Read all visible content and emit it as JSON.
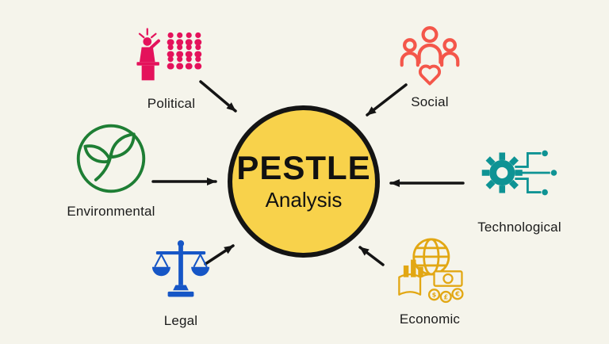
{
  "diagram": {
    "background": "#F5F4EB",
    "arrow_color": "#141414",
    "center": {
      "title": "PESTLE",
      "subtitle": "Analysis",
      "fill": "#F8D24B",
      "border_color": "#141414"
    }
  },
  "factors": [
    {
      "id": "political",
      "label": "Political",
      "color": "#E4125B",
      "icon": "speaker-crowd-icon",
      "position": "top-left"
    },
    {
      "id": "social",
      "label": "Social",
      "color": "#F4564A",
      "icon": "people-heart-icon",
      "position": "top-right"
    },
    {
      "id": "environmental",
      "label": "Environmental",
      "color": "#1E7E34",
      "icon": "leaf-circle-icon",
      "position": "left"
    },
    {
      "id": "technological",
      "label": "Technological",
      "color": "#0E9394",
      "icon": "gear-circuit-icon",
      "position": "right"
    },
    {
      "id": "legal",
      "label": "Legal",
      "color": "#1656C6",
      "icon": "scales-of-justice-icon",
      "position": "bottom-left"
    },
    {
      "id": "economic",
      "label": "Economic",
      "color": "#E2A713",
      "icon": "globe-finance-icon",
      "position": "bottom-right",
      "currency_symbols": [
        "$",
        "£",
        "€"
      ]
    }
  ]
}
